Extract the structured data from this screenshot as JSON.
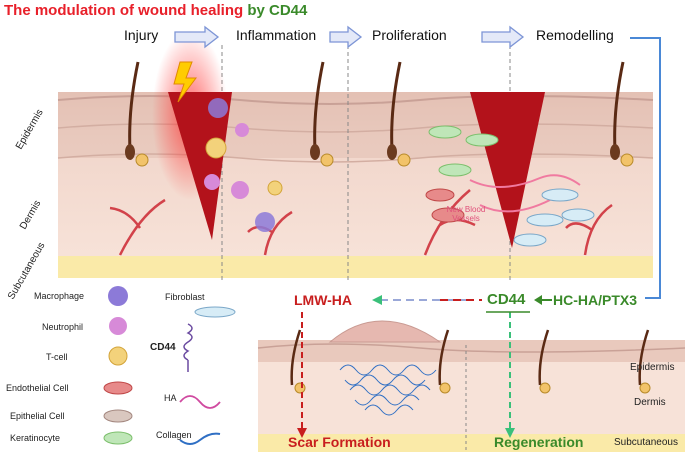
{
  "title": {
    "part1": "The modulation of wound healing ",
    "part2": "by CD44"
  },
  "stages": [
    "Injury",
    "Inflammation",
    "Proliferation",
    "Remodelling"
  ],
  "layers_top": {
    "epidermis": "Epidermis",
    "dermis": "Dermis",
    "subcutaneous": "Subcutaneous"
  },
  "vessels_label": "New Blood Vessels",
  "legend": {
    "macrophage": "Macrophage",
    "neutrophil": "Neutrophil",
    "tcell": "T-cell",
    "endothelial": "Endothelial Cell",
    "epithelial": "Epithelial Cell",
    "keratinocyte": "Keratinocyte",
    "fibroblast": "Fibroblast",
    "cd44": "CD44",
    "ha": "HA",
    "collagen": "Collagen"
  },
  "pathway": {
    "lmw": "LMW-HA",
    "cd44": "CD44",
    "hc": "HC-HA/PTX3",
    "scar": "Scar Formation",
    "regen": "Regeneration"
  },
  "layers_bottom": {
    "epidermis": "Epidermis",
    "dermis": "Dermis",
    "subcutaneous": "Subcutaneous"
  },
  "colors": {
    "red": "#e8202a",
    "green": "#3a8a2a",
    "skin": "#f4d8cc",
    "fat": "#faeaa8",
    "wound": "#b3121b",
    "arrow_blue": "#4a88d6"
  }
}
